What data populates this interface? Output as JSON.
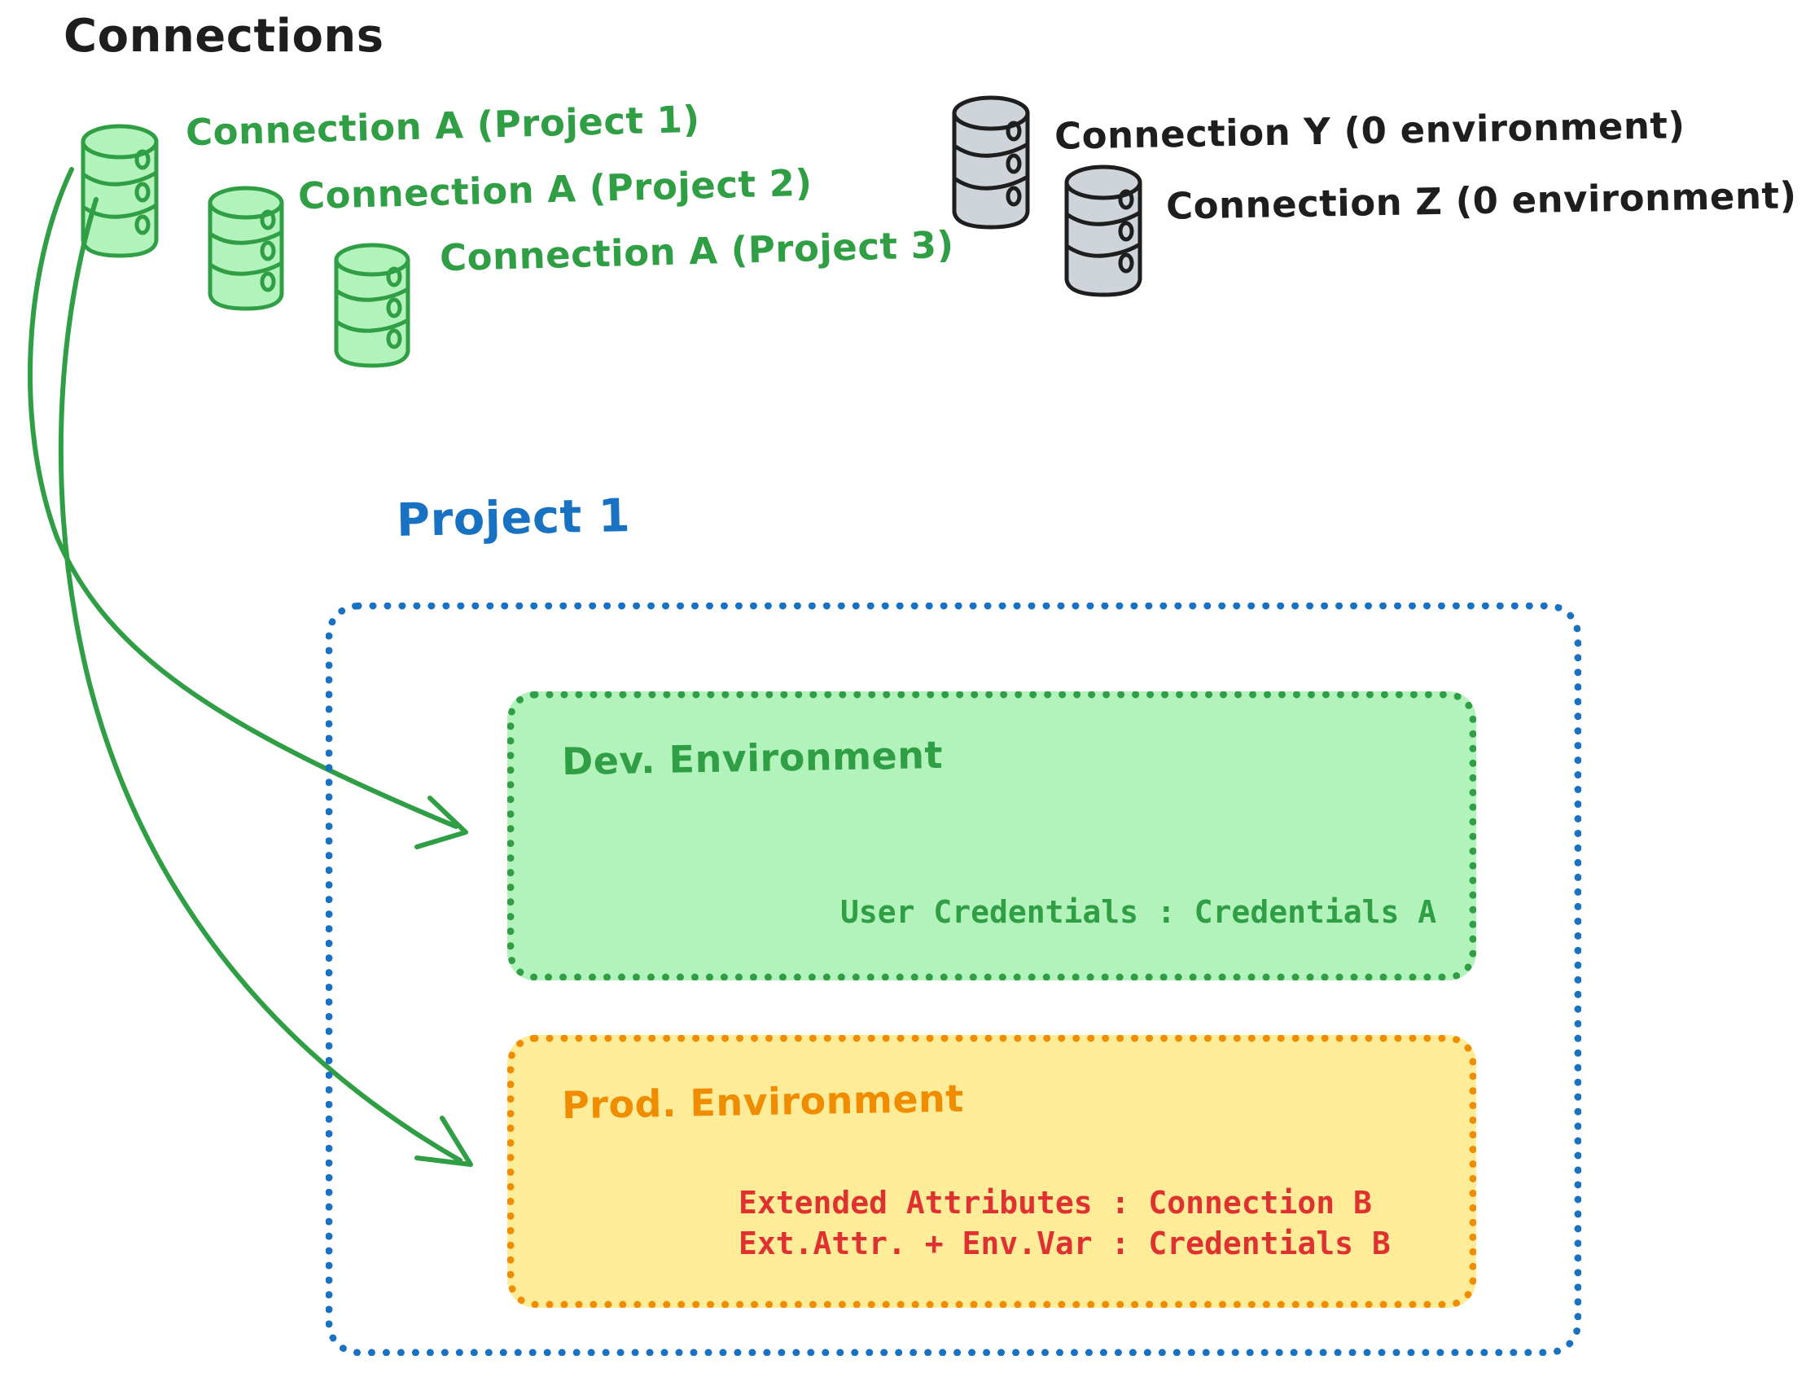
{
  "headings": {
    "connections_title": "Connections",
    "project_title": "Project 1"
  },
  "connections": [
    {
      "label": "Connection A (Project 1)",
      "icon": "database-cylinder-icon",
      "color": "#2f9e44",
      "state": "assigned"
    },
    {
      "label": "Connection A (Project 2)",
      "icon": "database-cylinder-icon",
      "color": "#2f9e44",
      "state": "assigned"
    },
    {
      "label": "Connection A (Project 3)",
      "icon": "database-cylinder-icon",
      "color": "#2f9e44",
      "state": "assigned"
    },
    {
      "label": "Connection Y (0 environment)",
      "icon": "database-cylinder-icon",
      "color": "#1e1e1e",
      "state": "unassigned"
    },
    {
      "label": "Connection Z (0 environment)",
      "icon": "database-cylinder-icon",
      "color": "#1e1e1e",
      "state": "unassigned"
    }
  ],
  "project": {
    "title": "Project 1",
    "border_color": "#1971c2",
    "environments": [
      {
        "name": "Dev. Environment",
        "fill": "#b2f2bb",
        "border": "#2f9e44",
        "text_color": "#2f9e44",
        "entries": [
          "User Credentials : Credentials A"
        ]
      },
      {
        "name": "Prod. Environment",
        "fill": "#ffec99",
        "border": "#f08c00",
        "text_color": "#f08c00",
        "entries": [
          "Extended Attributes : Connection B",
          "Ext.Attr. + Env.Var : Credentials B"
        ]
      }
    ]
  },
  "arrows": [
    {
      "from": "Connection A (Project 1)",
      "to": "Dev. Environment",
      "color": "#2f9e44"
    },
    {
      "from": "Connection A (Project 1)",
      "to": "Prod. Environment",
      "color": "#2f9e44"
    }
  ]
}
